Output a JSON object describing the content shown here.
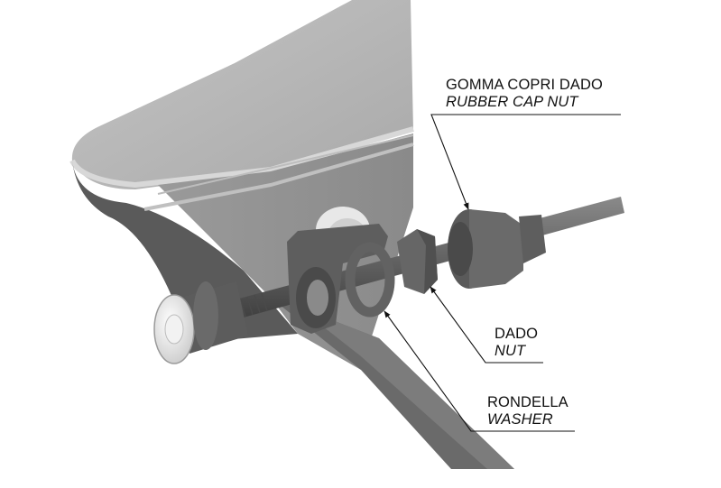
{
  "diagram": {
    "type": "exploded-assembly",
    "colors": {
      "background": "#ffffff",
      "body_light": "#b4b4b4",
      "body_mid": "#8c8c8c",
      "body_dark": "#555555",
      "part_dark": "#5e5e5e",
      "part_highlight": "#e6e6e6",
      "leader_line": "#111111"
    },
    "labels": [
      {
        "id": "rubber-cap-nut",
        "italian": "GOMMA COPRI DADO",
        "english": "RUBBER CAP NUT"
      },
      {
        "id": "nut",
        "italian": "DADO",
        "english": "NUT"
      },
      {
        "id": "washer",
        "italian": "RONDELLA",
        "english": "WASHER"
      }
    ]
  }
}
